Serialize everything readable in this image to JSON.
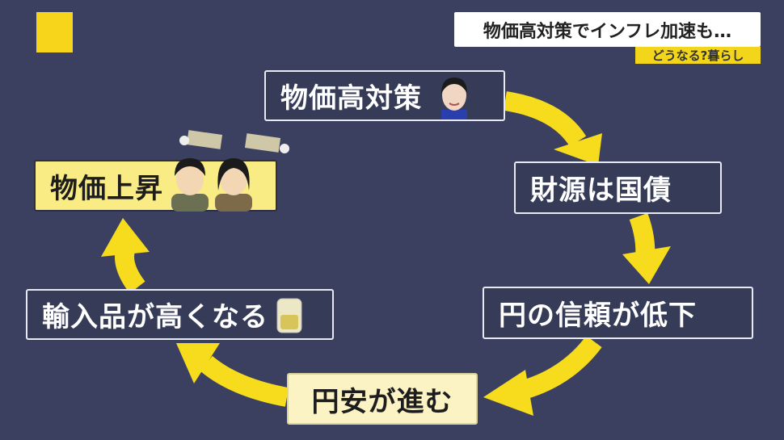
{
  "header": {
    "title": "物価高対策でインフレ加速も…",
    "tag": "どうなる?暮らし"
  },
  "cycle": {
    "steps": [
      {
        "label": "物価高対策"
      },
      {
        "label": "財源は国債"
      },
      {
        "label": "円の信頼が低下"
      },
      {
        "label": "円安が進む"
      },
      {
        "label": "輸入品が高くなる"
      },
      {
        "label": "物価上昇"
      }
    ]
  },
  "colors": {
    "background": "#3b4060",
    "arrow": "#f6dc1c",
    "highlight": "#f9ec85"
  }
}
